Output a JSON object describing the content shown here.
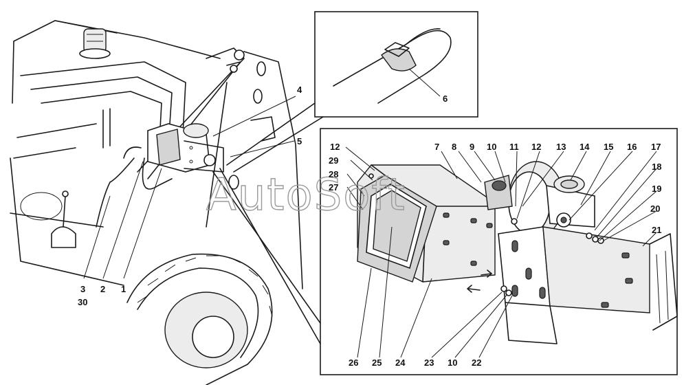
{
  "watermark": "AutoSoft",
  "main_view_labels": {
    "c1": "1",
    "c2": "2",
    "c3": "3",
    "c30": "30",
    "c4": "4",
    "c5": "5"
  },
  "inset_clamp": {
    "c6": "6"
  },
  "detail_view_labels": {
    "top": [
      "7",
      "8",
      "9",
      "10",
      "11",
      "12",
      "13",
      "14",
      "15",
      "16",
      "17"
    ],
    "left": [
      "12",
      "29",
      "28",
      "27"
    ],
    "right": [
      "18",
      "19",
      "20",
      "21"
    ],
    "bottom": [
      "26",
      "25",
      "24",
      "23",
      "10",
      "22"
    ]
  },
  "icons": {
    "beacon": "beacon-lamp-icon",
    "wheel": "tractor-wheel-icon",
    "lever": "control-lever-icon"
  }
}
